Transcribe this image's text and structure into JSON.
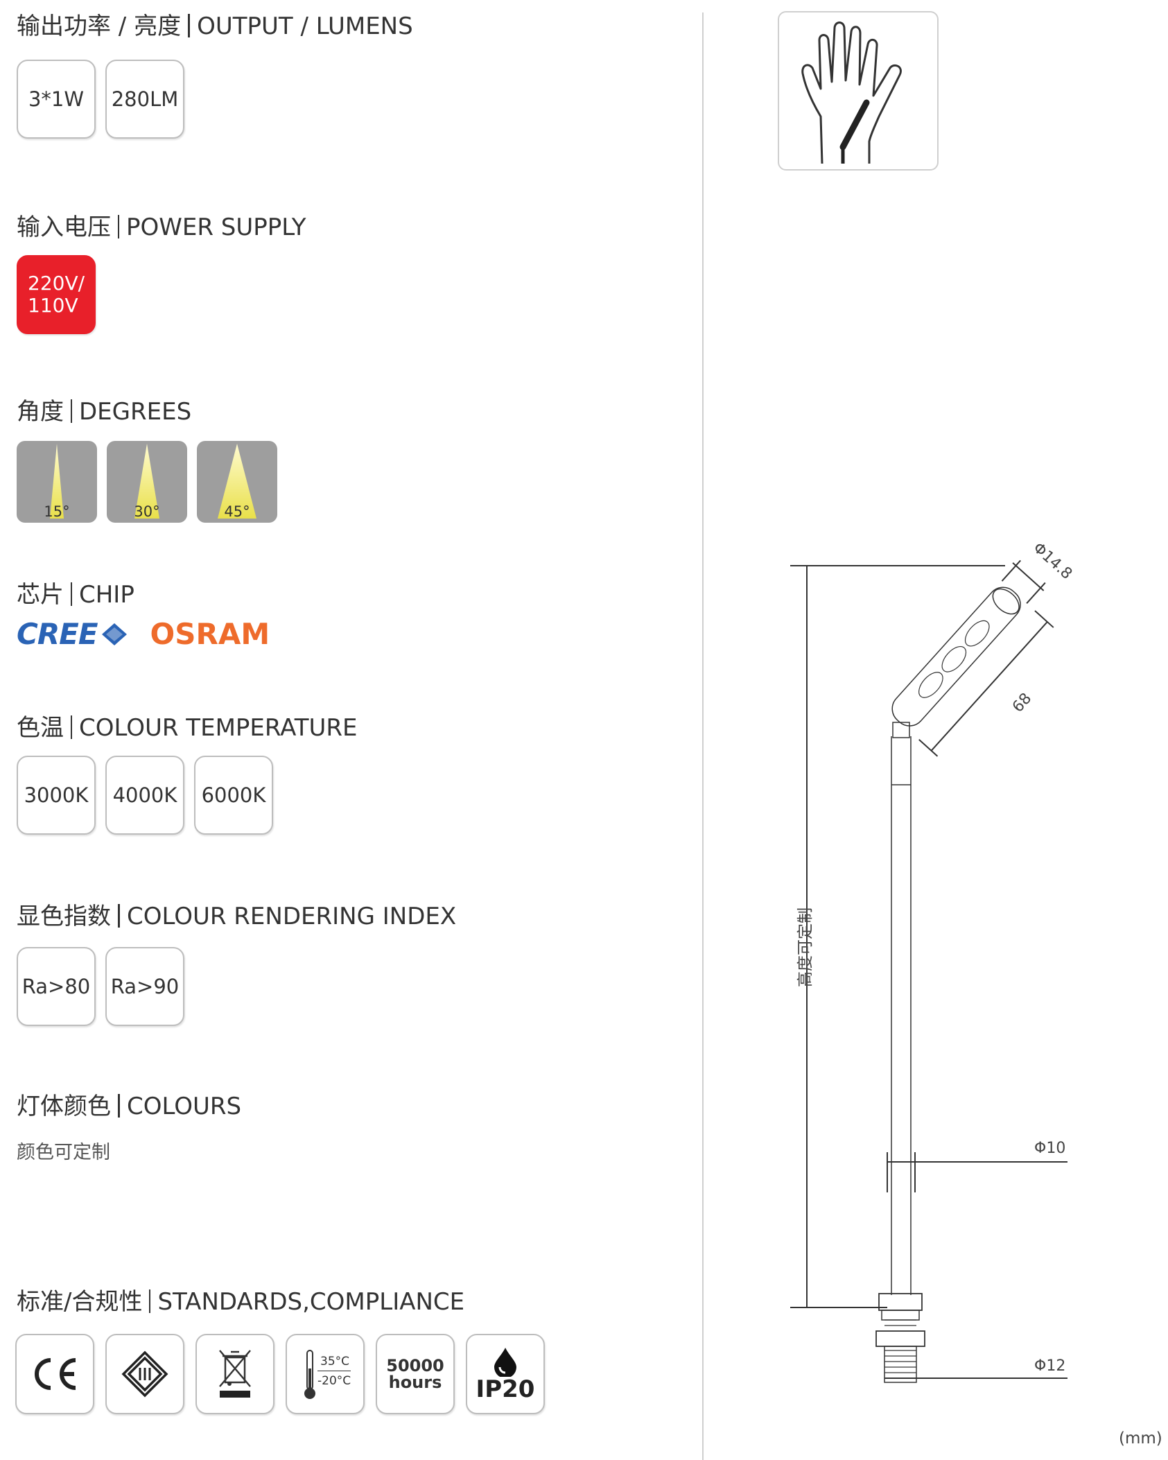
{
  "output": {
    "title_cn": "输出功率 / 亮度",
    "title_en": "OUTPUT / LUMENS",
    "options": [
      "3*1W",
      "280LM"
    ]
  },
  "power": {
    "title_cn": "输入电压",
    "title_en": "POWER SUPPLY",
    "line1": "220V/",
    "line2": "110V",
    "accent": "#e8202a"
  },
  "degrees": {
    "title_cn": "角度",
    "title_en": "DEGREES",
    "options": [
      "15°",
      "30°",
      "45°"
    ]
  },
  "chip": {
    "title_cn": "芯片",
    "title_en": "CHIP",
    "brand1": "CREE",
    "brand1_color": "#2a63b5",
    "brand2": "OSRAM",
    "brand2_color": "#ee6b2b"
  },
  "cct": {
    "title_cn": "色温",
    "title_en": "COLOUR TEMPERATURE",
    "options": [
      "3000K",
      "4000K",
      "6000K"
    ]
  },
  "cri": {
    "title_cn": "显色指数",
    "title_en": "COLOUR RENDERING INDEX",
    "options": [
      "Ra>80",
      "Ra>90"
    ]
  },
  "colours": {
    "title_cn": "灯体颜色",
    "title_en": "COLOURS",
    "note": "颜色可定制"
  },
  "standards": {
    "title_cn": "标准/合规性",
    "title_en": "STANDARDS,COMPLIANCE",
    "temp_high": "35°C",
    "temp_low": "-20°C",
    "hours_num": "50000",
    "hours_unit": "hours",
    "ip": "IP20",
    "icons": [
      "ce-mark-icon",
      "class-iii-icon",
      "weee-bin-icon",
      "thermometer-icon",
      "lifespan-icon",
      "ip20-water-drop-icon"
    ]
  },
  "drawing": {
    "dia_head": "Φ14.8",
    "length": "68",
    "height_note": "高度可定制",
    "dia_stem": "Φ10",
    "dia_base": "Φ12",
    "unit": "(mm)"
  }
}
